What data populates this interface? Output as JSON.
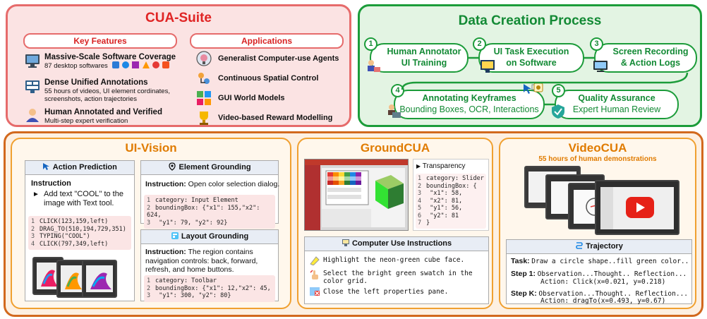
{
  "suite": {
    "title": "CUA-Suite",
    "key_features": {
      "heading": "Key Features",
      "items": [
        {
          "title": "Massive-Scale Software Coverage",
          "sub": "87 desktop softwares"
        },
        {
          "title": "Dense Unified Annotations",
          "sub1": "55 hours of videos, UI element cordinates,",
          "sub2": "screenshots, action trajectories"
        },
        {
          "title": "Human Annotated and Verified",
          "sub": "Multi-step expert verification"
        }
      ]
    },
    "applications": {
      "heading": "Applications",
      "items": [
        "Generalist Computer-use Agents",
        "Continuous Spatial Control",
        "GUI World Models",
        "Video-based Reward Modelling"
      ]
    }
  },
  "dcp": {
    "title": "Data Creation Process",
    "steps": [
      {
        "num": "1",
        "l1": "Human Annotator",
        "l2": "UI Training"
      },
      {
        "num": "2",
        "l1": "UI Task Execution",
        "l2": "on Software"
      },
      {
        "num": "3",
        "l1": "Screen Recording",
        "l2": "& Action Logs"
      },
      {
        "num": "4",
        "l1": "Annotating Keyframes",
        "l2": "Bounding Boxes, OCR, Interactions"
      },
      {
        "num": "5",
        "l1": "Quality Assurance",
        "l2": "Expert Human Review"
      }
    ]
  },
  "uivision": {
    "title": "UI-Vision",
    "action": {
      "head": "Action Prediction",
      "instr_label": "Instruction",
      "instr_text1": "Add text \"COOL\" to the",
      "instr_text2": "image with Text tool.",
      "code": [
        {
          "n": "1",
          "t": "CLICK(123,159,left)"
        },
        {
          "n": "2",
          "t": "DRAG_TO(510,194,729,351)"
        },
        {
          "n": "3",
          "t": "TYPING(\"COOL\")"
        },
        {
          "n": "4",
          "t": "CLICK(797,349,left)"
        }
      ]
    },
    "element": {
      "head": "Element Grounding",
      "instr_label": "Instruction:",
      "instr_text": "Open color selection dialog.",
      "code": [
        {
          "n": "1",
          "t": "category: Input Element"
        },
        {
          "n": "2",
          "t": "boundingBox: {\"x1\": 155,\"x2\": 624,"
        },
        {
          "n": "3",
          "t": "  \"y1\": 79, \"y2\": 92}"
        }
      ]
    },
    "layout": {
      "head": "Layout Grounding",
      "instr_label": "Instruction:",
      "instr_text1": "The region contains",
      "instr_text2": "navigation controls: back, forward,",
      "instr_text3": "refresh, and home buttons.",
      "code": [
        {
          "n": "1",
          "t": "category: Toolbar"
        },
        {
          "n": "2",
          "t": "boundingBox: {\"x1\": 12,\"x2\": 45,"
        },
        {
          "n": "3",
          "t": "  \"y1\": 300, \"y2\": 80}"
        }
      ]
    }
  },
  "groundcua": {
    "title": "GroundCUA",
    "element_label": "Transparency",
    "code": [
      {
        "n": "1",
        "t": "category: Slider"
      },
      {
        "n": "2",
        "t": "boundingBox: {"
      },
      {
        "n": "3",
        "t": "  \"x1\": 58,"
      },
      {
        "n": "4",
        "t": "  \"x2\": 81,"
      },
      {
        "n": "5",
        "t": "  \"y1\": 56,"
      },
      {
        "n": "6",
        "t": "  \"y2\": 81"
      },
      {
        "n": "7",
        "t": "}"
      }
    ],
    "instructions": {
      "head": "Computer Use Instructions",
      "items": [
        "Highlight the neon-green cube face.",
        "Select the bright green swatch in the",
        "color grid.",
        "Close the left properties pane."
      ]
    }
  },
  "videocua": {
    "title": "VideoCUA",
    "subtitle": "55 hours of human demonstrations",
    "trajectory": {
      "head": "Trajectory",
      "task_label": "Task:",
      "task_text": "Draw a circle shape..fill green color..",
      "step1_label": "Step 1:",
      "step1_l1": "Observation...Thought.. Reflection...",
      "step1_l2": "Action: Click(x=0.021, y=0.218)",
      "stepk_label": "Step K:",
      "stepk_l1": "Observation...Thought.. Reflection...",
      "stepk_l2": "Action: dragTo(x=0.493, y=0.67)"
    }
  }
}
